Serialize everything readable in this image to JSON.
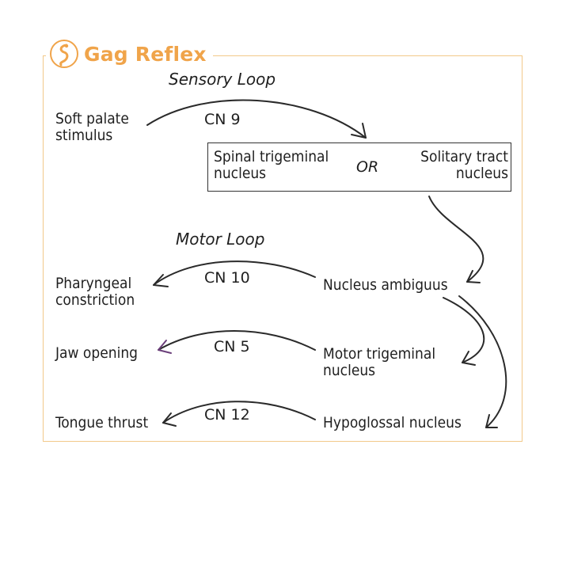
{
  "title": "Gag Reflex",
  "icon": "throat-icon",
  "colors": {
    "accent": "#f0a44a",
    "frame": "#f2c98a",
    "text": "#1f1f1f"
  },
  "sensory": {
    "loop_title": "Sensory Loop",
    "stimulus_line1": "Soft palate",
    "stimulus_line2": "stimulus",
    "nerve": "CN 9",
    "nucleus_a_line1": "Spinal trigeminal",
    "nucleus_a_line2": "nucleus",
    "or": "OR",
    "nucleus_b_line1": "Solitary tract",
    "nucleus_b_line2": "nucleus"
  },
  "motor": {
    "loop_title": "Motor Loop",
    "rows": [
      {
        "source_line1": "Nucleus ambiguus",
        "source_line2": "",
        "nerve": "CN 10",
        "effect_line1": "Pharyngeal",
        "effect_line2": "constriction"
      },
      {
        "source_line1": "Motor trigeminal",
        "source_line2": "nucleus",
        "nerve": "CN 5",
        "effect_line1": "Jaw opening",
        "effect_line2": ""
      },
      {
        "source_line1": "Hypoglossal nucleus",
        "source_line2": "",
        "nerve": "CN 12",
        "effect_line1": "Tongue thrust",
        "effect_line2": ""
      }
    ]
  }
}
